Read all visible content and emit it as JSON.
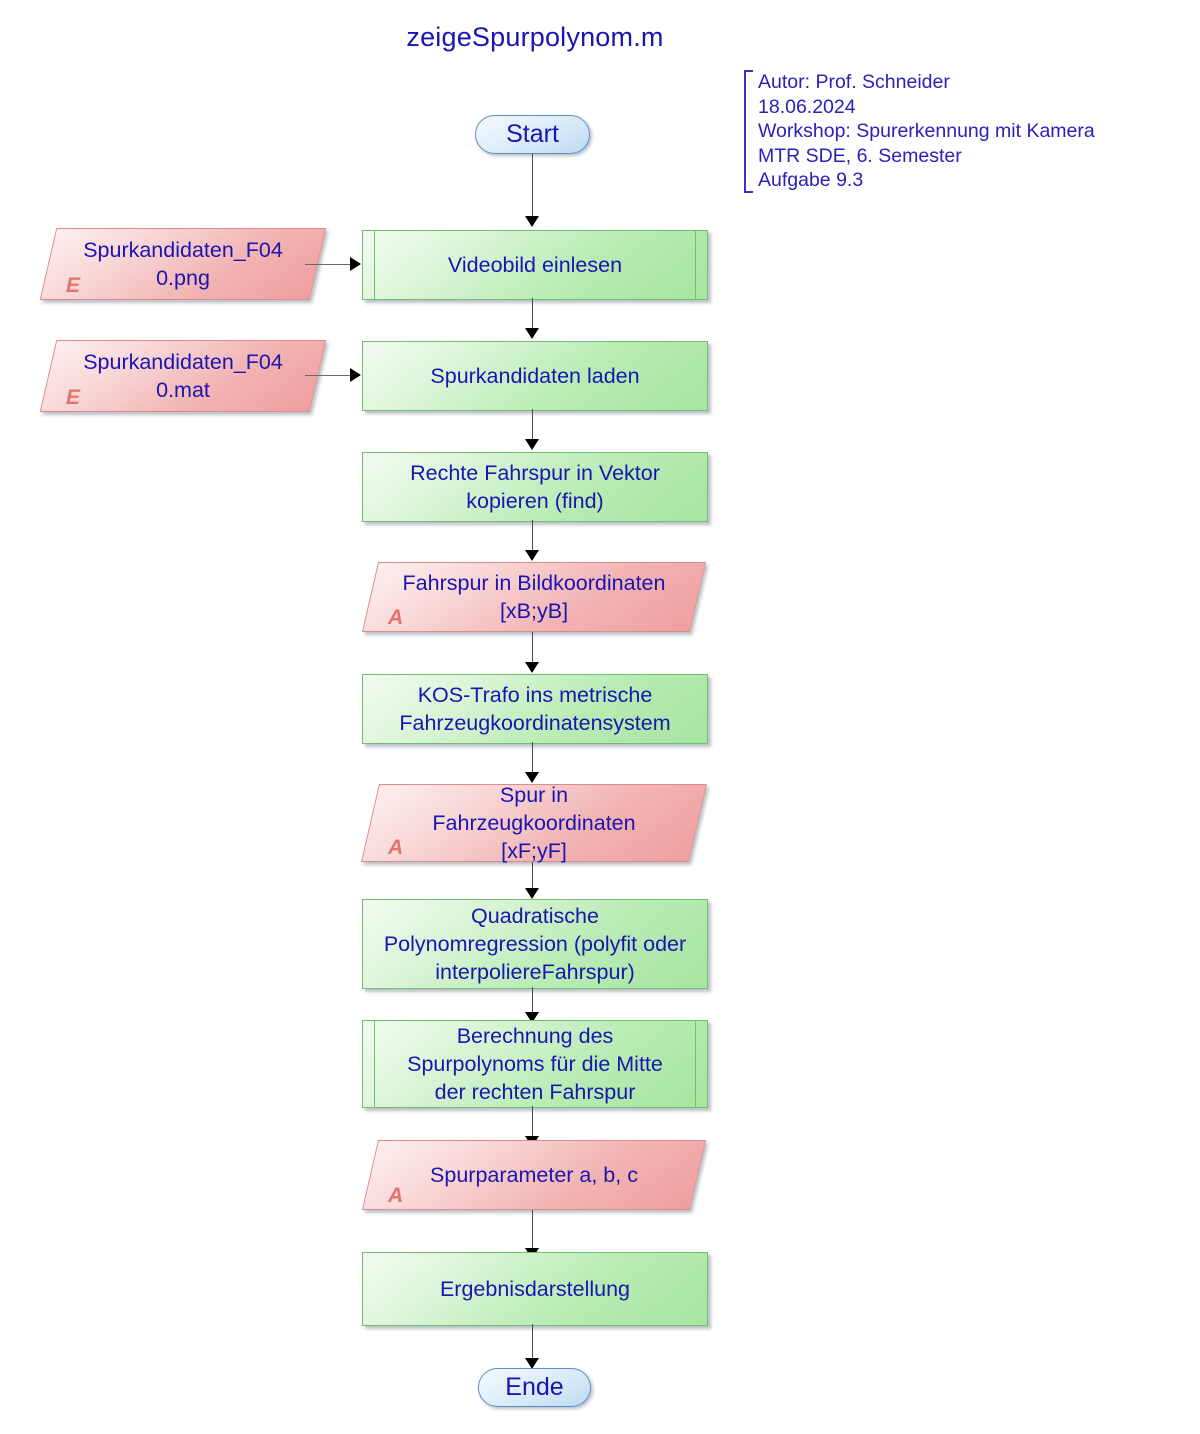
{
  "title": "zeigeSpurpolynom.m",
  "annotation": {
    "lines": [
      "Autor: Prof. Schneider",
      "18.06.2024",
      "Workshop: Spurerkennung mit Kamera",
      "MTR SDE, 6. Semester",
      "Aufgabe 9.3"
    ]
  },
  "colors": {
    "text_blue": "#1a15b0",
    "process_green_border": "#6fbf6f",
    "data_red_border": "#e08a8a",
    "terminator_blue_border": "#5b8fc9",
    "marker_red": "#e2746f",
    "connector_gray": "#4a4a4a"
  },
  "flow": {
    "start": {
      "label": "Start",
      "shape": "terminator"
    },
    "end": {
      "label": "Ende",
      "shape": "terminator"
    },
    "inputs": [
      {
        "line1": "Spurkandidaten_F04",
        "line2": "0.png",
        "marker": "E",
        "shape": "data-parallelogram"
      },
      {
        "line1": "Spurkandidaten_F04",
        "line2": "0.mat",
        "marker": "E",
        "shape": "data-parallelogram"
      }
    ],
    "steps": [
      {
        "line1": "Videobild einlesen",
        "shape": "predefined-process"
      },
      {
        "line1": "Spurkandidaten laden",
        "shape": "process"
      },
      {
        "line1": "Rechte Fahrspur in Vektor",
        "line2": "kopieren (find)",
        "shape": "process"
      },
      {
        "line1": "KOS-Trafo ins metrische",
        "line2": "Fahrzeugkoordinatensystem",
        "shape": "process"
      },
      {
        "line1": "Quadratische",
        "line2": "Polynomregression (polyfit oder",
        "line3": "interpoliereFahrspur)",
        "shape": "process"
      },
      {
        "line1": "Berechnung des",
        "line2": "Spurpolynoms für die Mitte",
        "line3": "der rechten Fahrspur",
        "shape": "predefined-process"
      },
      {
        "line1": "Ergebnisdarstellung",
        "shape": "process"
      }
    ],
    "outputs": [
      {
        "line1": "Fahrspur in Bildkoordinaten",
        "line2": "[xB;yB]",
        "marker": "A",
        "shape": "data-parallelogram"
      },
      {
        "line1": "Spur in",
        "line2": "Fahrzeugkoordinaten",
        "line3": "[xF;yF]",
        "marker": "A",
        "shape": "data-parallelogram"
      },
      {
        "line1": "Spurparameter a, b, c",
        "marker": "A",
        "shape": "data-parallelogram"
      }
    ]
  }
}
